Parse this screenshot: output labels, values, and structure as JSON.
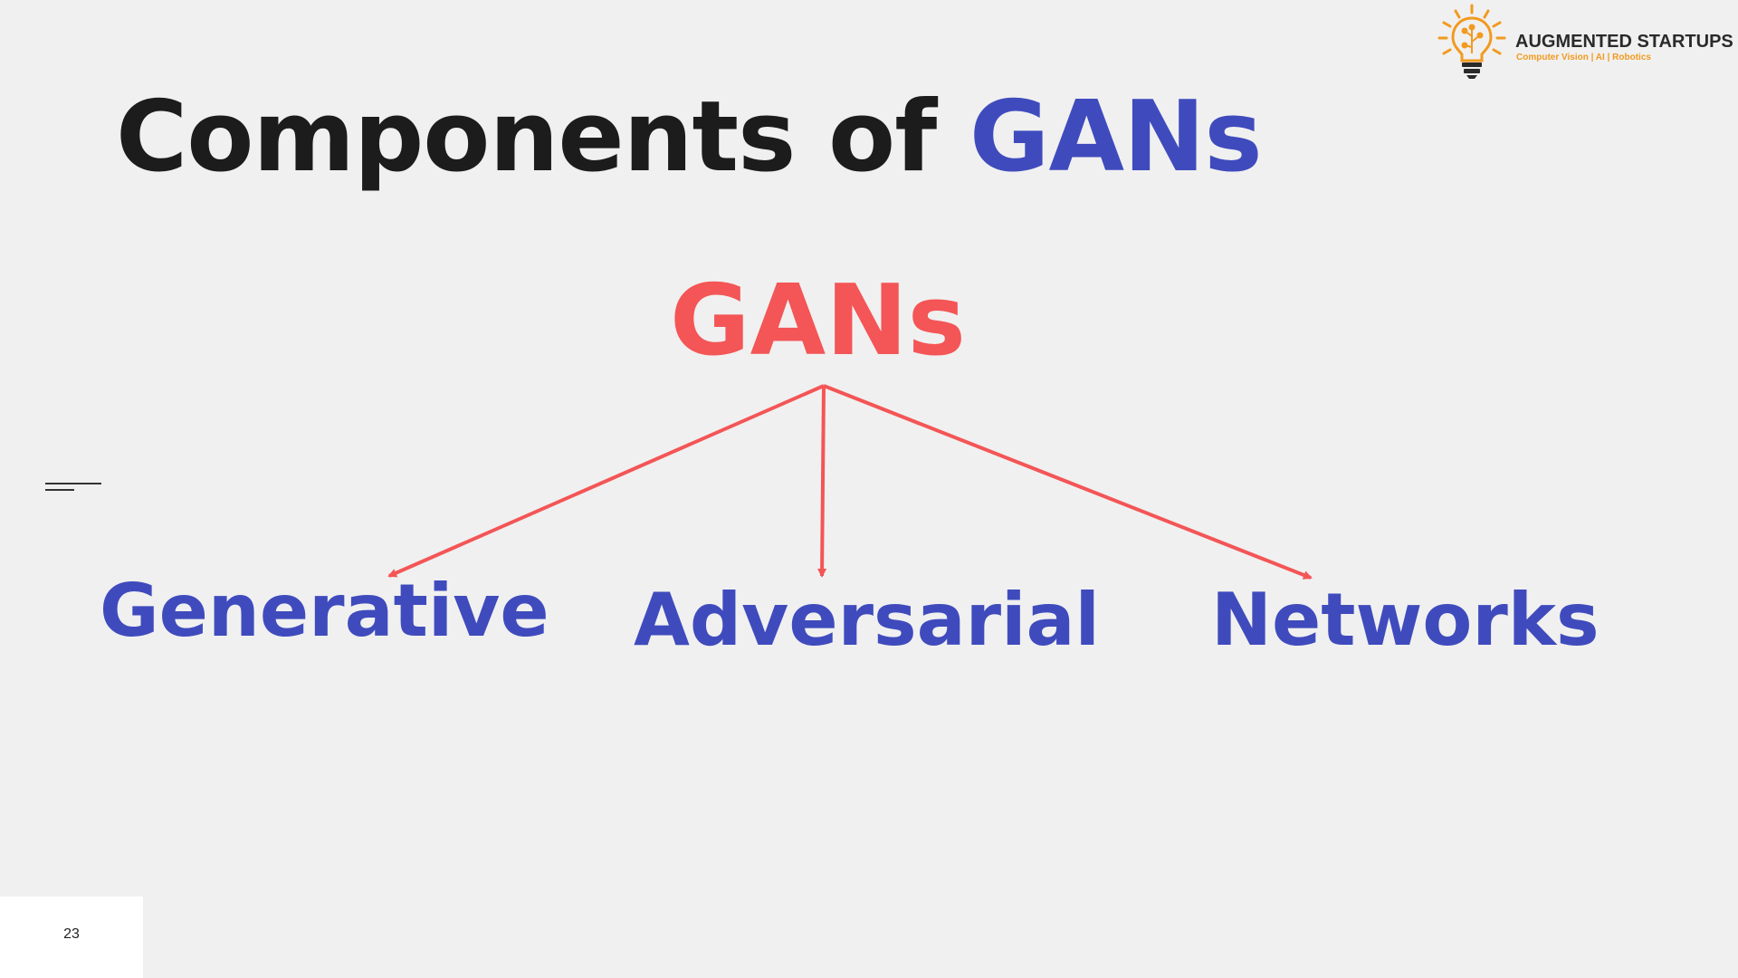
{
  "slide": {
    "title_prefix": "Components of ",
    "title_accent": "GANs",
    "page_number": "23"
  },
  "logo": {
    "name": "AUGMENTED STARTUPS",
    "tagline": "Computer Vision | AI | Robotics",
    "icon": "lightbulb-icon"
  },
  "diagram": {
    "root": "GANs",
    "children": [
      "Generative",
      "Adversarial",
      "Networks"
    ]
  },
  "colors": {
    "background": "#f0f0f0",
    "title_text": "#1c1c1c",
    "accent_blue": "#3f4bbd",
    "accent_red": "#f45556",
    "logo_orange": "#f29a1f"
  }
}
